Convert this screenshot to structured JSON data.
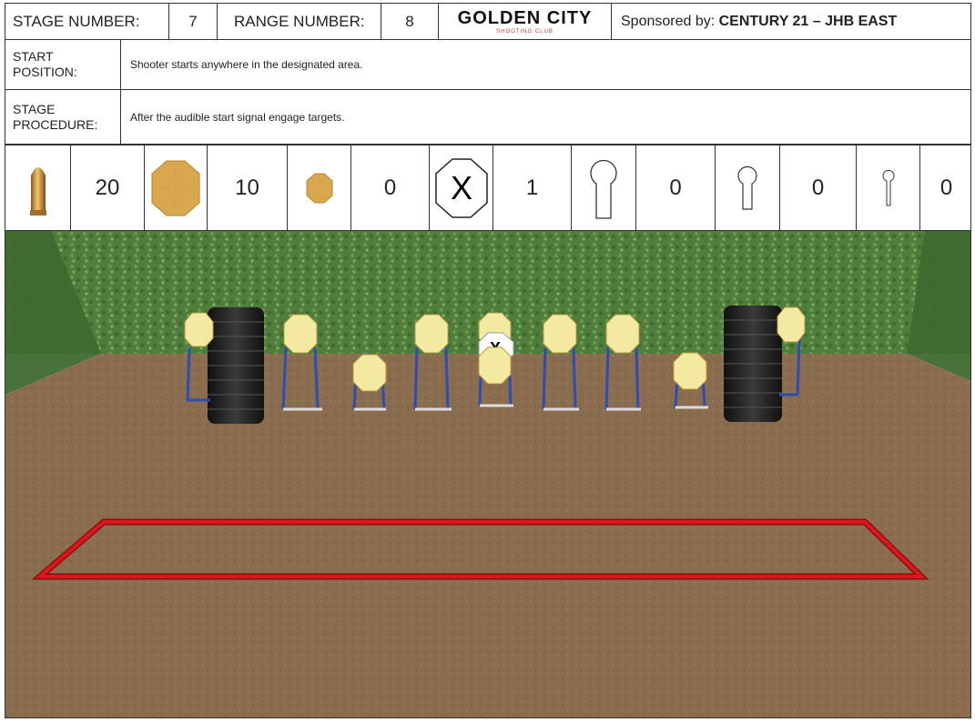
{
  "header": {
    "stage_label": "STAGE NUMBER:",
    "stage_value": "7",
    "range_label": "RANGE NUMBER:",
    "range_value": "8",
    "logo_title": "GOLDEN CITY",
    "logo_subtitle": "SHOOTING CLUB",
    "sponsor_prefix": "Sponsored by: ",
    "sponsor_name": "CENTURY 21 – JHB EAST"
  },
  "start_position": {
    "label_line1": "START",
    "label_line2": "POSITION:",
    "text": "Shooter starts anywhere in the designated area."
  },
  "stage_procedure": {
    "label_line1": "STAGE",
    "label_line2": "PROCEDURE:",
    "text": "After the audible start signal engage targets."
  },
  "target_counts": [
    {
      "icon": "bullet-icon",
      "count": "20"
    },
    {
      "icon": "large-steel-plate-icon",
      "count": "10"
    },
    {
      "icon": "small-steel-plate-icon",
      "count": "0"
    },
    {
      "icon": "no-shoot-icon",
      "count": "1"
    },
    {
      "icon": "large-popper-icon",
      "count": "0"
    },
    {
      "icon": "medium-popper-icon",
      "count": "0"
    },
    {
      "icon": "small-popper-icon",
      "count": "0"
    }
  ],
  "colors": {
    "steel_tan": "#D9A84E",
    "target_yellow": "#F3E9A0",
    "stand_blue": "#2E4DB3",
    "shooting_box_red": "#E0151B",
    "ground_brown": "#8C6E4E",
    "berm_green": "#4E7A3A"
  }
}
